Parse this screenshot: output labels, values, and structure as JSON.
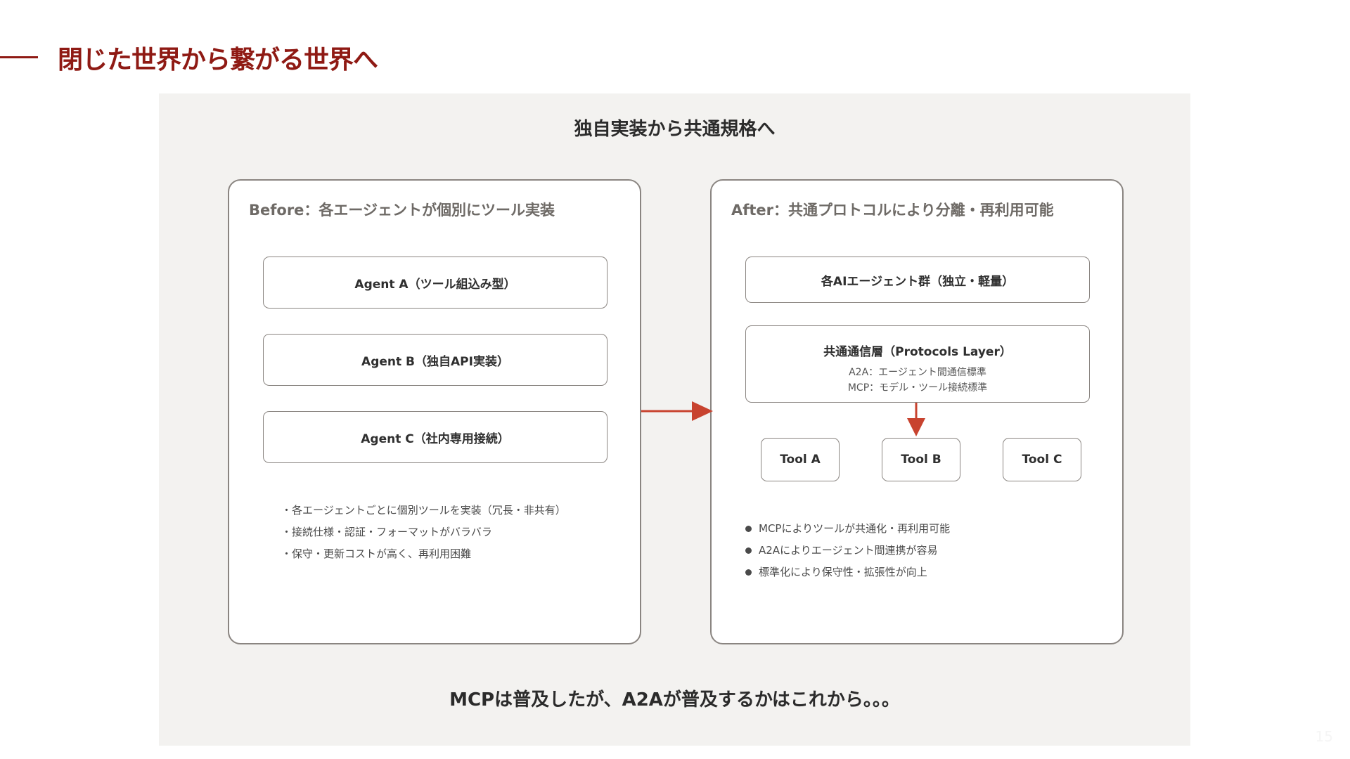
{
  "slide": {
    "title": "閉じた世界から繋がる世界へ",
    "page_number": "15"
  },
  "diagram": {
    "title": "独自実装から共通規格へ",
    "bottom_note": "MCPは普及したが、A2Aが普及するかはこれから。。。",
    "before": {
      "heading": "Before：各エージェントが個別にツール実装",
      "agents": [
        "Agent A（ツール組込み型）",
        "Agent B（独自API実装）",
        "Agent C（社内専用接続）"
      ],
      "notes": [
        "・各エージェントごとに個別ツールを実装（冗長・非共有）",
        "・接続仕様・認証・フォーマットがバラバラ",
        "・保守・更新コストが高く、再利用困難"
      ]
    },
    "after": {
      "heading": "After：共通プロトコルにより分離・再利用可能",
      "agent_group": "各AIエージェント群（独立・軽量）",
      "protocol_layer": {
        "title": "共通通信層（Protocols Layer）",
        "lines": [
          "A2A：エージェント間通信標準",
          "MCP：モデル・ツール接続標準"
        ]
      },
      "tools": [
        "Tool A",
        "Tool B",
        "Tool C"
      ],
      "notes": [
        "MCPによりツールが共通化・再利用可能",
        "A2Aによりエージェント間連携が容易",
        "標準化により保守性・拡張性が向上"
      ]
    },
    "colors": {
      "title_red": "#8f1a14",
      "arrow_red": "#c8432f",
      "panel_bg": "#f3f2f0",
      "box_border": "#8a8581"
    }
  }
}
